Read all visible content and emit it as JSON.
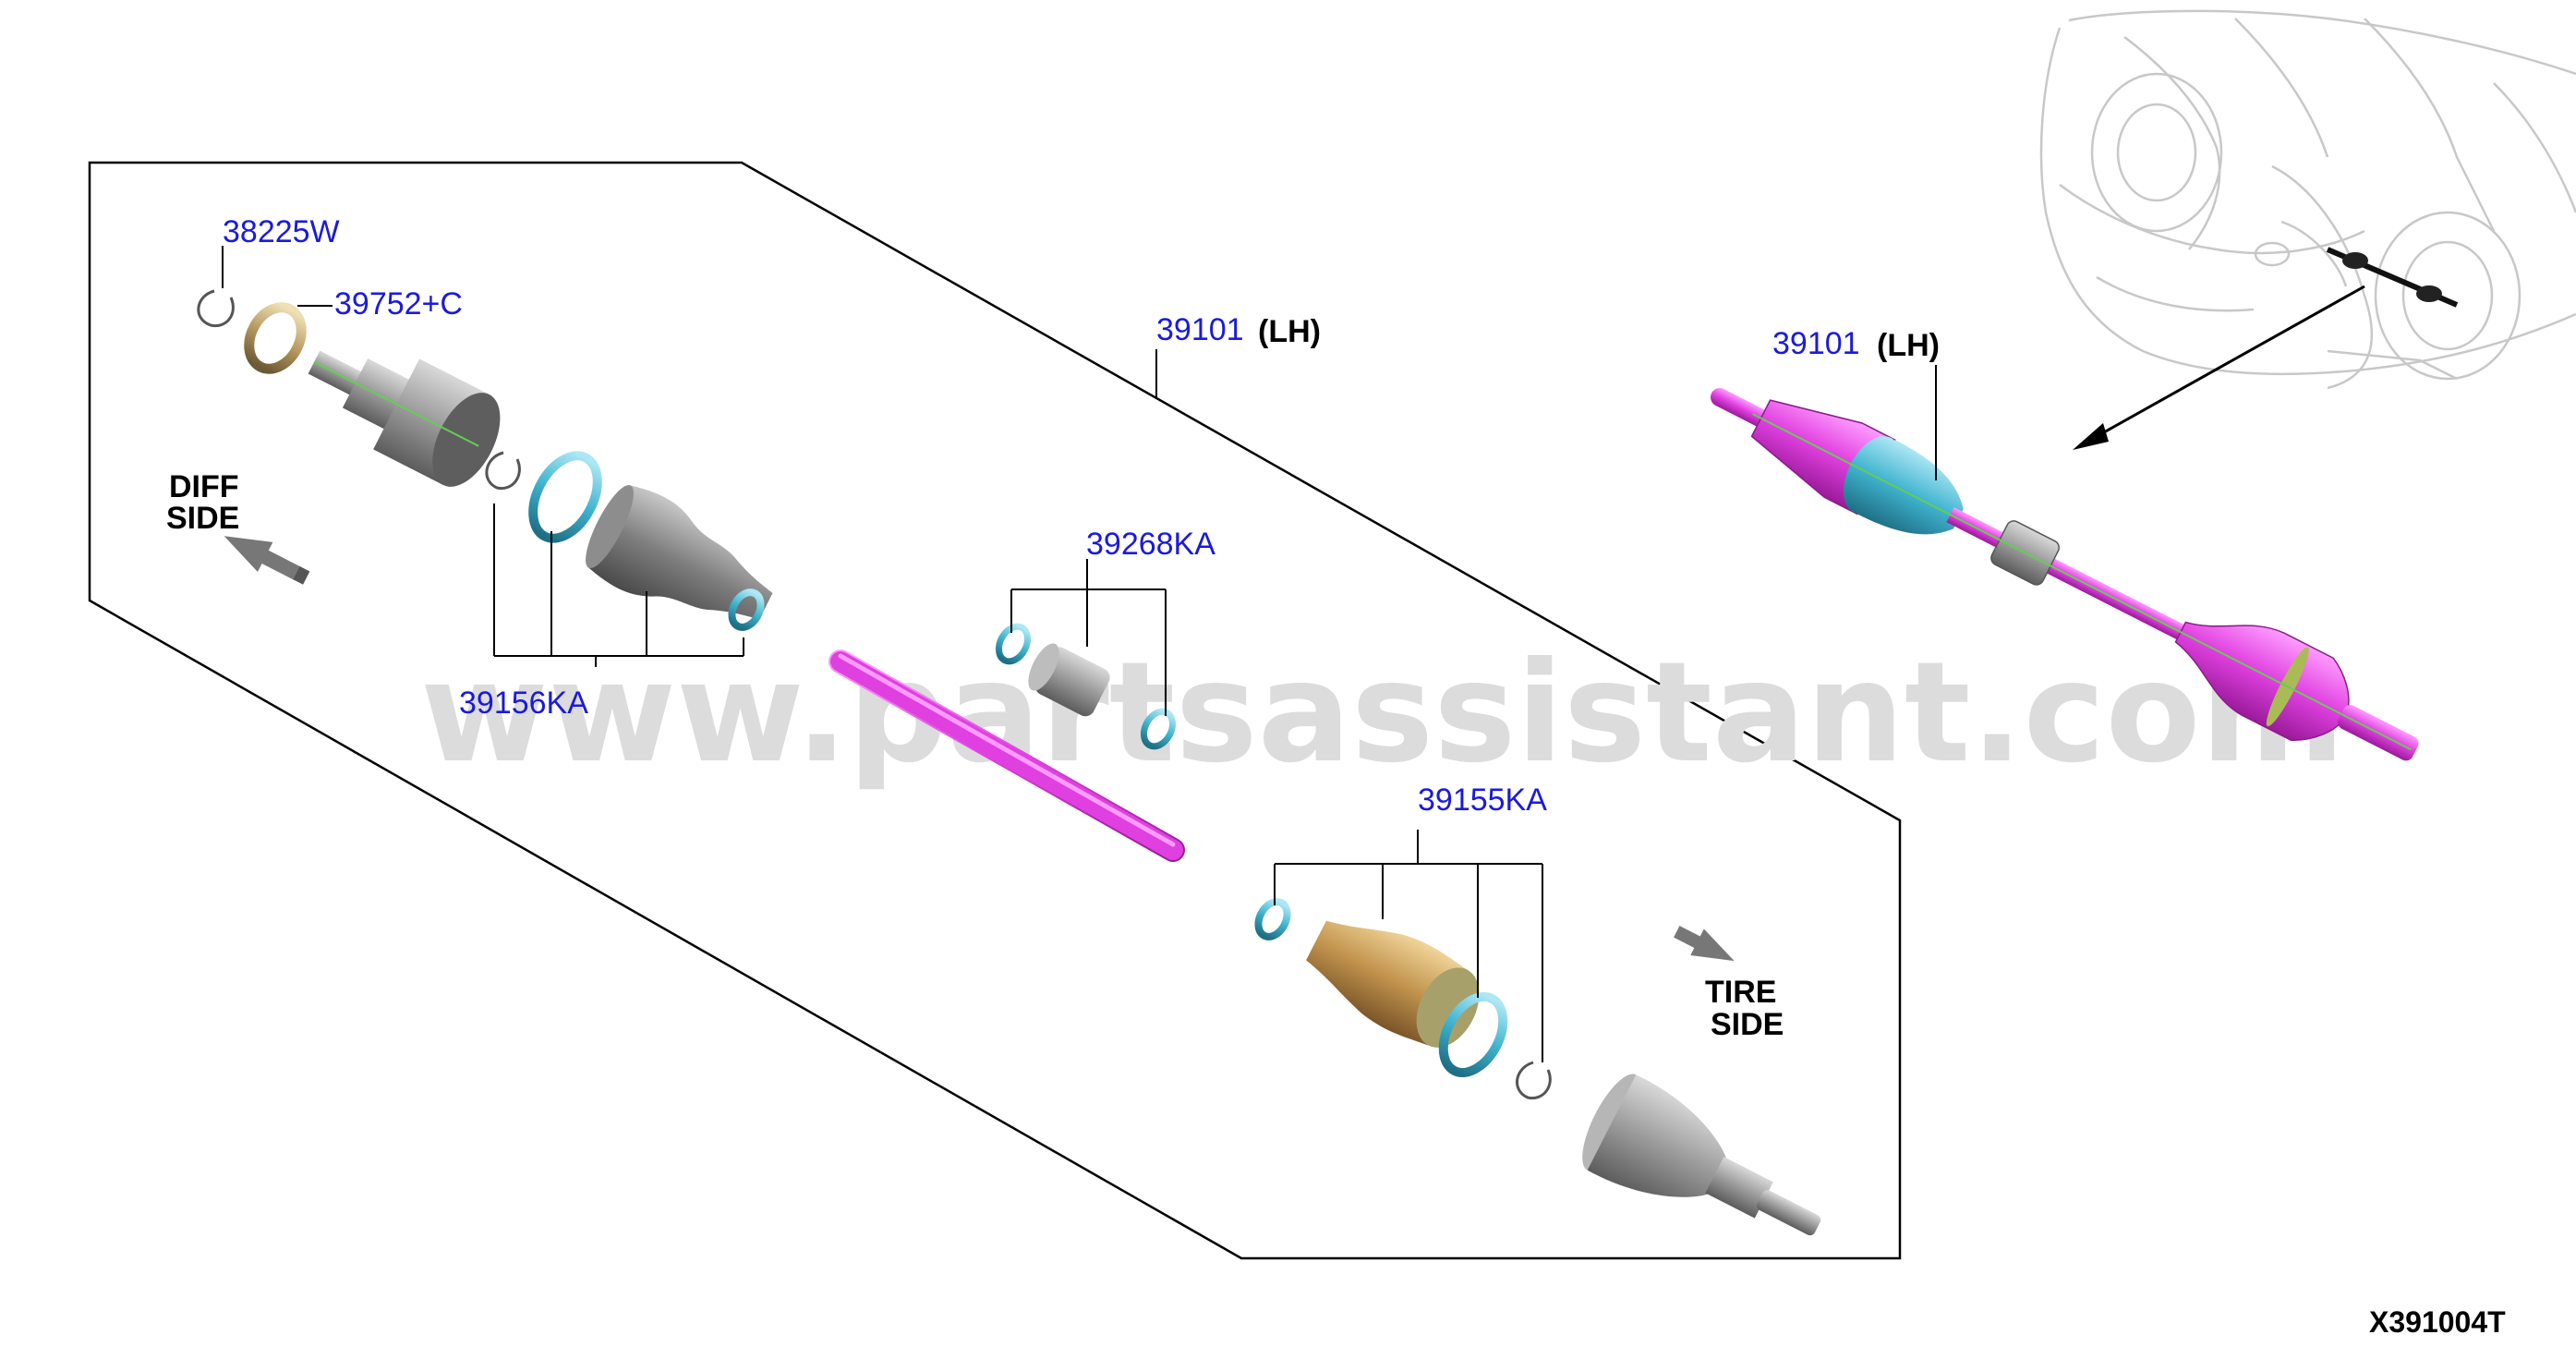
{
  "watermark": "www.partsassistant.com",
  "diagram_code": "X391004T",
  "labels": {
    "ref_38225w": "38225W",
    "ref_39752c": "39752+C",
    "ref_39101_main": "39101",
    "lh_main": "(LH)",
    "ref_39101_assembly": "39101",
    "lh_assembly": "(LH)",
    "ref_39268ka": "39268KA",
    "ref_39156ka": "39156KA",
    "ref_39155ka": "39155KA",
    "diff_side_line1": "DIFF",
    "diff_side_line2": "SIDE",
    "tire_side_line1": "TIRE",
    "tire_side_line2": "SIDE"
  },
  "colors": {
    "reference_text": "#1a1adc",
    "shaft": "#e040e0",
    "boot_band": "#3fb3cf",
    "joint_gray": "#8a8a8a"
  }
}
